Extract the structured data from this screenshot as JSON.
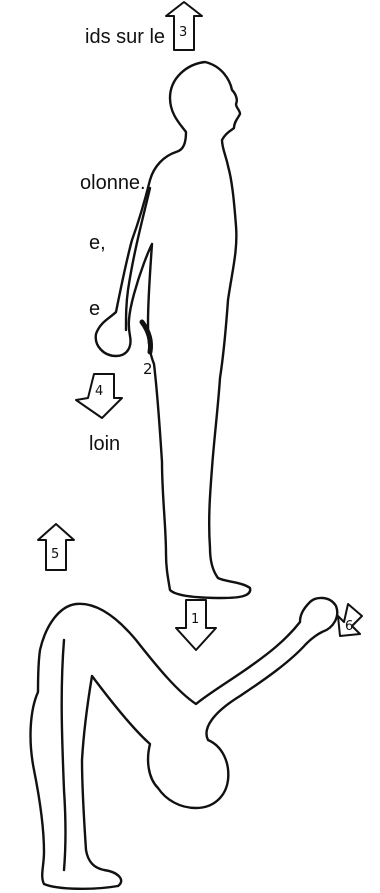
{
  "text_fragments": [
    "ids sur le",
    "olonne.",
    "e,",
    "e",
    "loin"
  ],
  "markers": [
    {
      "id": "1",
      "direction": "down",
      "label": "1"
    },
    {
      "id": "2",
      "label": "2"
    },
    {
      "id": "3",
      "direction": "up",
      "label": "3"
    },
    {
      "id": "4",
      "direction": "down-left",
      "label": "4"
    },
    {
      "id": "5",
      "direction": "up",
      "label": "5"
    },
    {
      "id": "6",
      "direction": "down-left",
      "label": "6"
    }
  ],
  "colors": {
    "ink": "#111111",
    "background": "#ffffff"
  }
}
